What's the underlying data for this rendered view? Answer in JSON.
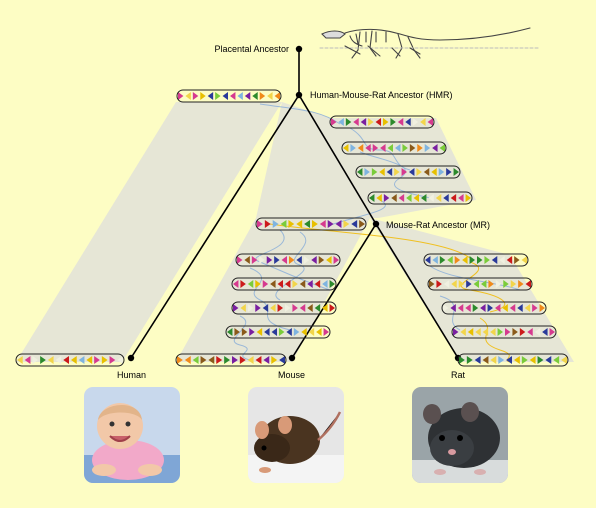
{
  "nodes": {
    "placental": "Placental Ancestor",
    "hmr": "Human-Mouse-Rat Ancestor (HMR)",
    "mr": "Mouse-Rat Ancestor (MR)"
  },
  "species": {
    "human": "Human",
    "mouse": "Mouse",
    "rat": "Rat"
  },
  "colors": {
    "background": "#fdfdc4",
    "band": "#e6e6d6",
    "tree_line": "#000000",
    "link_blue": "#9ab8d8",
    "link_gold": "#f0c020",
    "block_palette": [
      "#e8c000",
      "#f2d54a",
      "#2c8a2c",
      "#7acc3a",
      "#cc1a1a",
      "#d63a8f",
      "#7a1fa0",
      "#2a3a9a",
      "#7fb4e0",
      "#f0f0e0",
      "#8a5a1a",
      "#f08a1a"
    ]
  },
  "icons": {
    "fossil": "placental-ancestor-skeleton-icon",
    "human_photo": "human-baby-photo",
    "mouse_photo": "mouse-photo",
    "rat_photo": "rat-photo"
  }
}
